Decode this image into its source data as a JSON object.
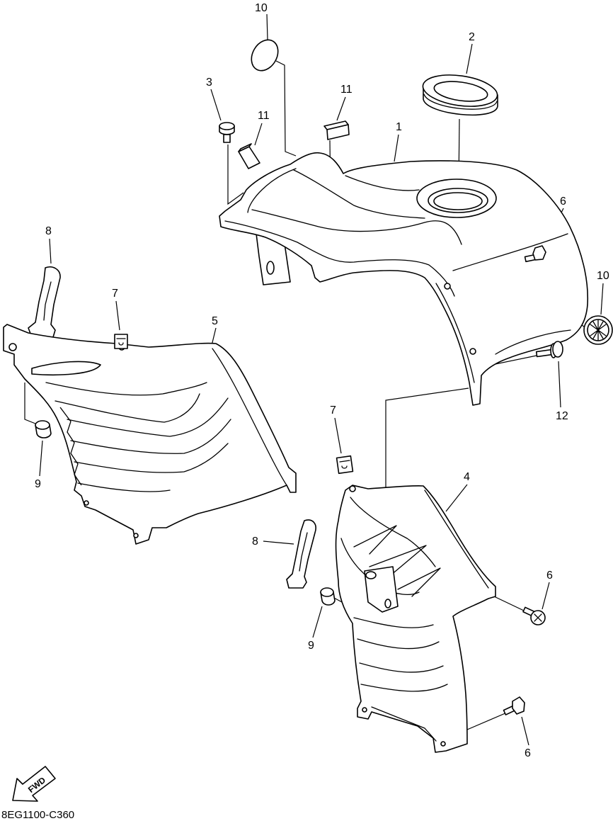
{
  "callouts": [
    "10",
    "2",
    "3",
    "11",
    "11",
    "1",
    "8",
    "7",
    "5",
    "6",
    "10",
    "12",
    "9",
    "7",
    "4",
    "8",
    "6",
    "9",
    "6"
  ],
  "fwd_label": "FWD",
  "drawing_code": "8EG1100-C360",
  "colors": {
    "line": "#000000",
    "background": "#ffffff"
  },
  "icons": {
    "direction": "fwd-arrow-icon"
  }
}
